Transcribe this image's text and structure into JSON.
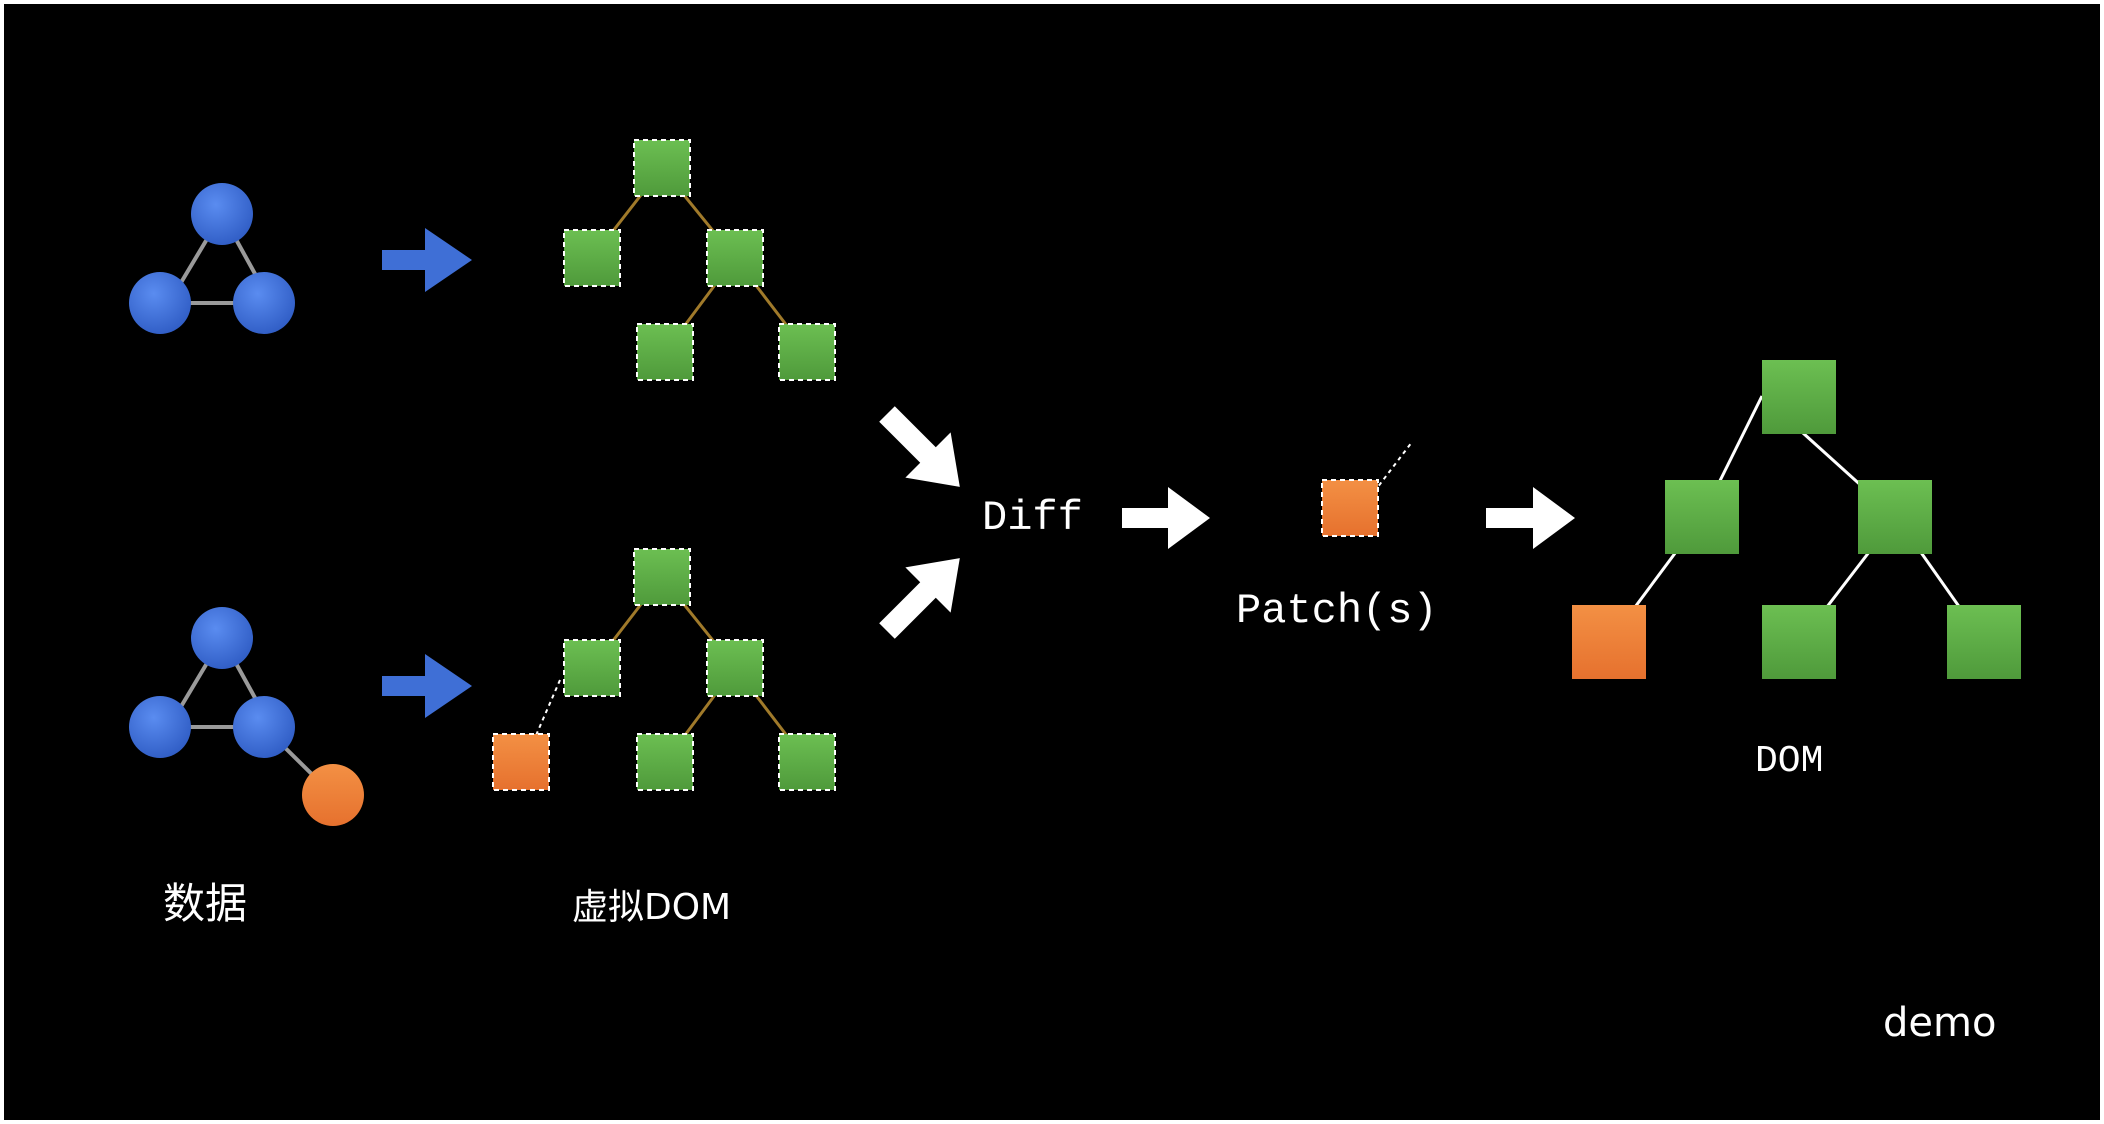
{
  "labels": {
    "data": "数据",
    "virtual_dom": "虚拟DOM",
    "diff": "Diff",
    "patches": "Patch(s)",
    "dom": "DOM",
    "demo": "demo"
  },
  "colors": {
    "background": "#000000",
    "frame": "#ffffff",
    "data_node": "#3f6fd6",
    "data_node_new": "#ef8a3c",
    "vnode": "#5cab45",
    "vnode_new": "#ef7a38",
    "tree_edge": "#a07a2a",
    "dom_edge": "#ffffff",
    "arrow_blue": "#3f6fd6",
    "arrow_white": "#ffffff"
  },
  "icons": {
    "data_arrow": "arrow-right-icon",
    "diff_input_arrow": "arrow-diagonal-icon",
    "flow_arrow": "arrow-right-icon"
  }
}
